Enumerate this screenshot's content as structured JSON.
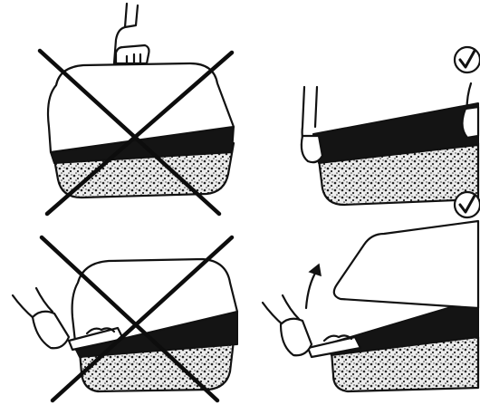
{
  "figure": {
    "panels": [
      {
        "id": "top-left",
        "verdict": "incorrect",
        "mark": "cross-mark"
      },
      {
        "id": "top-right",
        "verdict": "correct",
        "mark": "check-mark"
      },
      {
        "id": "bottom-left",
        "verdict": "incorrect",
        "mark": "cross-mark"
      },
      {
        "id": "bottom-right",
        "verdict": "correct",
        "mark": "check-mark"
      }
    ],
    "colors": {
      "ink": "#111111",
      "cross": "#0d0d0d",
      "background": "#ffffff",
      "litter_fill": "#ececec"
    },
    "icons": [
      "hand-icon",
      "cross-mark-icon",
      "check-mark-icon",
      "arrow-icon",
      "scoop-icon"
    ]
  }
}
